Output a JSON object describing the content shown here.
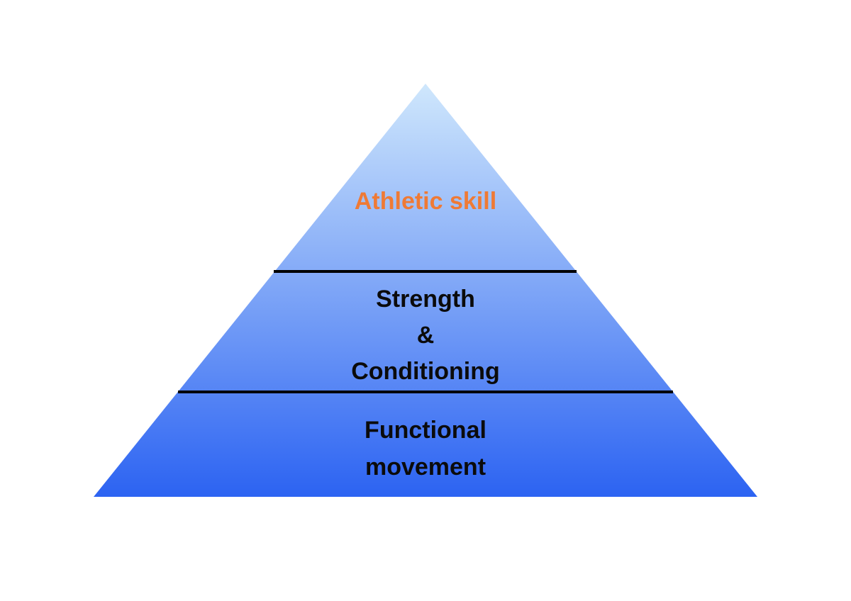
{
  "diagram": {
    "tiers": [
      {
        "id": "top",
        "lines": [
          "Athletic skill"
        ],
        "color": "#ef7a35"
      },
      {
        "id": "middle",
        "lines": [
          "Strength",
          "&",
          "Conditioning"
        ],
        "color": "#0b0b0b"
      },
      {
        "id": "bottom",
        "lines": [
          "Functional",
          "movement"
        ],
        "color": "#0b0b0b"
      }
    ],
    "colors": {
      "gradient_top": "#cfe7fc",
      "gradient_bottom": "#2c63f2",
      "divider": "#000000",
      "background": "#ffffff"
    }
  }
}
